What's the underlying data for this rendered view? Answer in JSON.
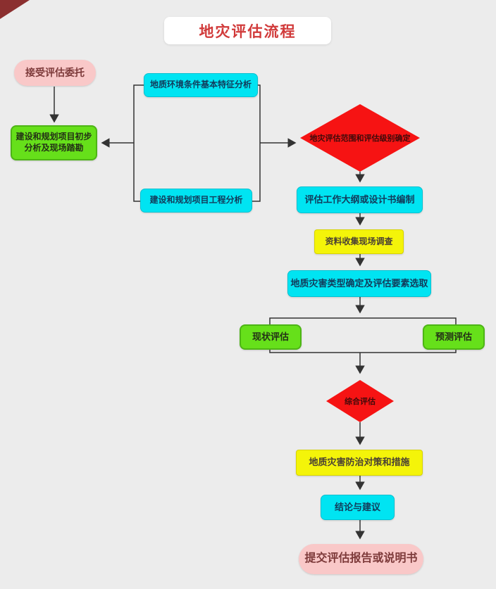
{
  "title": {
    "text": "地灾评估流程"
  },
  "nodes": {
    "accept": {
      "label": "接受评估委托"
    },
    "initial": {
      "label": "建设和规划项目初步分析及现场踏勘"
    },
    "geo_env": {
      "label": "地质环境条件基本特征分析"
    },
    "project": {
      "label": "建设和规划项目工程分析"
    },
    "scope_level": {
      "label": "地灾评估范围和评估级别确定"
    },
    "outline": {
      "label": "评估工作大纲或设计书编制"
    },
    "collect": {
      "label": "资料收集现场调查"
    },
    "type_select": {
      "label": "地质灾害类型确定及评估要素选取"
    },
    "current": {
      "label": "现状评估"
    },
    "predict": {
      "label": "预测评估"
    },
    "comprehensive": {
      "label": "综合评估"
    },
    "measures": {
      "label": "地质灾害防治对策和措施"
    },
    "conclusion": {
      "label": "结论与建议"
    },
    "submit": {
      "label": "提交评估报告或说明书"
    }
  },
  "colors": {
    "bg": "#ececec",
    "title": "#d13a3a",
    "pink": "#f9c8c8",
    "pinkText": "#7d3a3a",
    "green": "#66e01a",
    "greenBorder": "#4db515",
    "greenText": "#233016",
    "cyan": "#00e4f2",
    "cyanBorder": "#00c2d2",
    "cyanText": "#123a5a",
    "yellow": "#f4f409",
    "yellowBorder": "#d8d400",
    "yellowText": "#4a4034",
    "red": "#f61313",
    "redText": "#3d0a0a",
    "line": "#333333",
    "corner": "#8b2f2f"
  }
}
